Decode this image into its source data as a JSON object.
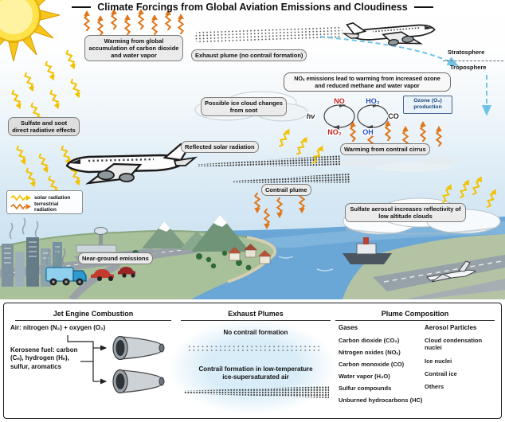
{
  "title": "Climate Forcings from Global Aviation Emissions and Cloudiness",
  "colors": {
    "solar_radiation": "#f2c200",
    "terrestrial_radiation": "#e0761a",
    "sky": "#cfe6f4",
    "water": "#6aa7d6",
    "label_background": "#ebebeb"
  },
  "scene": {
    "warming_global": "Warming from global accumulation of carbon dioxide and water vapor",
    "exhaust_plume": "Exhaust plume (no contrail formation)",
    "stratosphere": "Stratosphere",
    "troposphere": "Troposphere",
    "nox_note": "NOₓ emissions lead to warming from increased ozone and reduced methane and water vapor",
    "ice_cloud": "Possible ice cloud changes from soot",
    "ozone_box": "Ozone (O₃) production",
    "sulfate_soot": "Sulfate and soot direct radiative effects",
    "reflected_solar": "Reflected solar radiation",
    "warming_contrail_cirrus": "Warming from contrail cirrus",
    "contrail_plume": "Contrail plume",
    "sulfate_aerosol": "Sulfate aerosol increases reflectivity of low altitude clouds",
    "near_ground": "Near-ground emissions",
    "legend": {
      "solar": "solar radiation",
      "terrestrial": "terrestrial radiation"
    },
    "chem": {
      "no": "NO",
      "ho2": "HO₂",
      "hv": "hν",
      "no2": "NO₂",
      "oh": "OH",
      "co": "CO"
    }
  },
  "panel": {
    "col1": {
      "header": "Jet Engine Combustion",
      "air": "Air: nitrogen (N₂) + oxygen (O₂)",
      "fuel": "Kerosene fuel: carbon (Cₙ), hydrogen (Hₙ), sulfur, aromatics"
    },
    "col2": {
      "header": "Exhaust Plumes",
      "no_contrail": "No contrail formation",
      "contrail": "Contrail formation in low-temperature ice-supersaturated air"
    },
    "col3": {
      "header": "Plume Composition",
      "gases_header": "Gases",
      "gases": [
        "Carbon dioxide (CO₂)",
        "Nitrogen oxides (NOₓ)",
        "Carbon monoxide (CO)",
        "Water vapor (H₂O)",
        "Sulfur compounds",
        "Unburned hydrocarbons (HC)"
      ],
      "aerosol_header": "Aerosol Particles",
      "aerosols": [
        "Cloud condensation nuclei",
        "Ice nuclei",
        "Contrail ice",
        "Others"
      ]
    }
  }
}
